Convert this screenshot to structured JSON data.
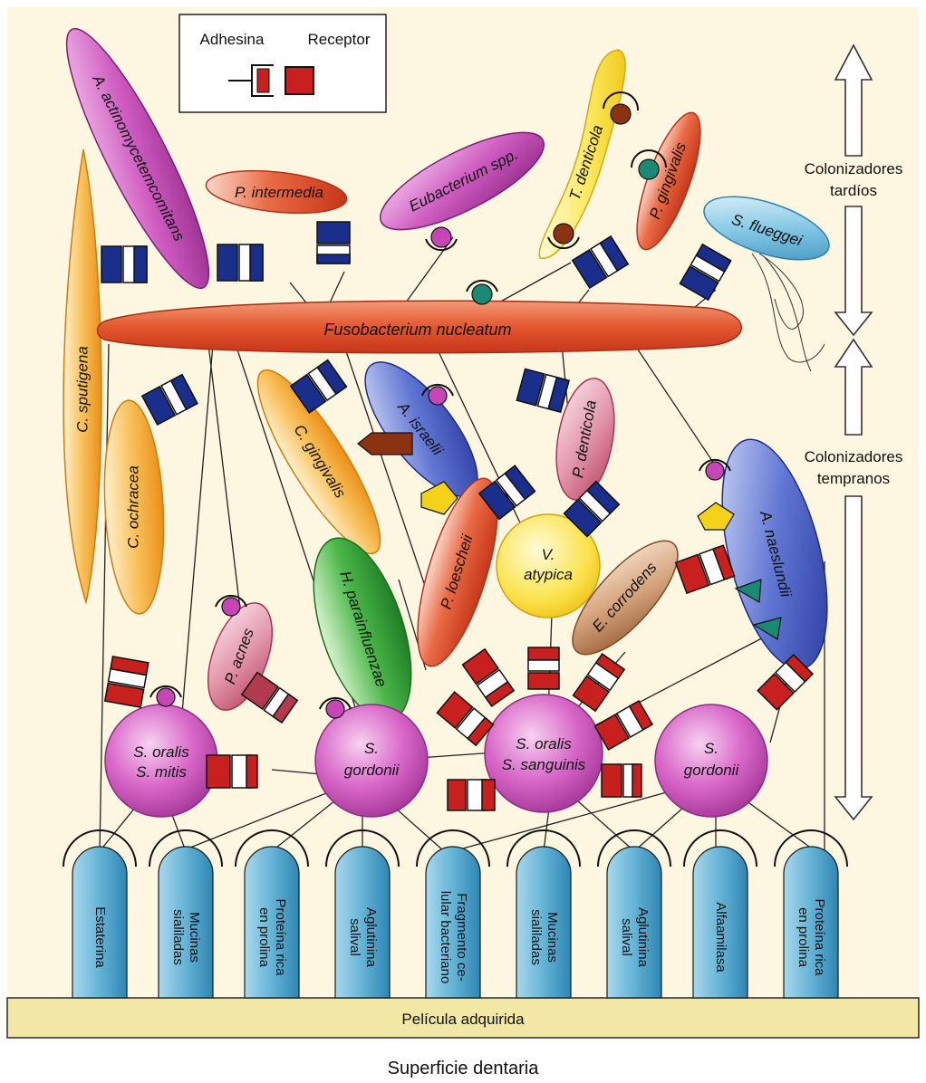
{
  "legend": {
    "adhesin": "Adhesina",
    "receptor": "Receptor"
  },
  "side_labels": {
    "late_line1": "Colonizadores",
    "late_line2": "tardíos",
    "early_line1": "Colonizadores",
    "early_line2": "tempranos"
  },
  "bacteria": {
    "a_actino": "A. actinomycetemcomitans",
    "c_sputigena": "C. sputigena",
    "p_intermedia": "P. intermedia",
    "eubacterium": "Eubacterium spp.",
    "t_denticola": "T. denticola",
    "p_gingivalis": "P. gingivalis",
    "s_flueggei": "S. flueggei",
    "fusobacterium": "Fusobacterium nucleatum",
    "c_ochracea": "C. ochracea",
    "c_gingivalis": "C. gingivalis",
    "a_israelii": "A. israelii",
    "p_denticola": "P. denticola",
    "a_naeslundii": "A. naeslundii",
    "h_parainfluenzae": "H. parainfluenzae",
    "p_loescheii": "P. loescheii",
    "v_atypica_1": "V.",
    "v_atypica_2": "atypica",
    "e_corrodens": "E. corrodens",
    "p_acnes": "P. acnes",
    "s_oralis_mitis_1": "S. oralis",
    "s_oralis_mitis_2": "S. mitis",
    "s_gordonii_a_1": "S.",
    "s_gordonii_a_2": "gordonii",
    "s_oralis_sang_1": "S. oralis",
    "s_oralis_sang_2": "S. sanguinis",
    "s_gordonii_b_1": "S.",
    "s_gordonii_b_2": "gordonii"
  },
  "pellicle_receptors": [
    [
      "Estaterina"
    ],
    [
      "Mucinas",
      "sialiladas"
    ],
    [
      "Proteína rica",
      "en prolina"
    ],
    [
      "Aglutinina",
      "salival"
    ],
    [
      "Fragmento ce-",
      "lular bacteriano"
    ],
    [
      "Mucinas",
      "sialiladas"
    ],
    [
      "Aglutinina",
      "salival"
    ],
    [
      "Alfaamilasa"
    ],
    [
      "Proteína rica",
      "en prolina"
    ]
  ],
  "pellicle_label": "Película adquirida",
  "tooth_surface_label": "Superficie dentaria",
  "colors": {
    "background": "#fdf6e0",
    "pellicle": "#f2e7a4",
    "receptor_blue": "#1a2e8c",
    "receptor_red": "#c8201e",
    "streptococcus": "#d25fc2",
    "fusobacterium": "#e0502a",
    "column": "#5fb0d0"
  }
}
